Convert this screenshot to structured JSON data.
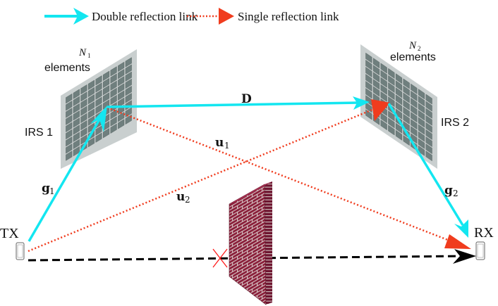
{
  "legend": {
    "double_label": "Double reflection link",
    "single_label": "Single reflection link"
  },
  "colors": {
    "double_link": "#13e6f0",
    "single_link": "#f03c1e",
    "direct_link": "#000000",
    "block_mark": "#ff0000",
    "irs_frame": "#c9cfcf",
    "irs_element": "#6f7f7e",
    "wall": "#8a1f3a"
  },
  "irs1": {
    "name": "IRS 1",
    "count_symbol": "N",
    "count_sub": "1",
    "count_suffix": "elements"
  },
  "irs2": {
    "name": "IRS 2",
    "count_symbol": "N",
    "count_sub": "2",
    "count_suffix": "elements"
  },
  "nodes": {
    "tx": "TX",
    "rx": "RX"
  },
  "links": {
    "g1": {
      "main": "g",
      "sub": "1"
    },
    "g2": {
      "main": "g",
      "sub": "2"
    },
    "D": {
      "main": "D"
    },
    "u1": {
      "main": "u",
      "sub": "1"
    },
    "u2": {
      "main": "u",
      "sub": "2"
    }
  },
  "blocked_mark": "✕"
}
